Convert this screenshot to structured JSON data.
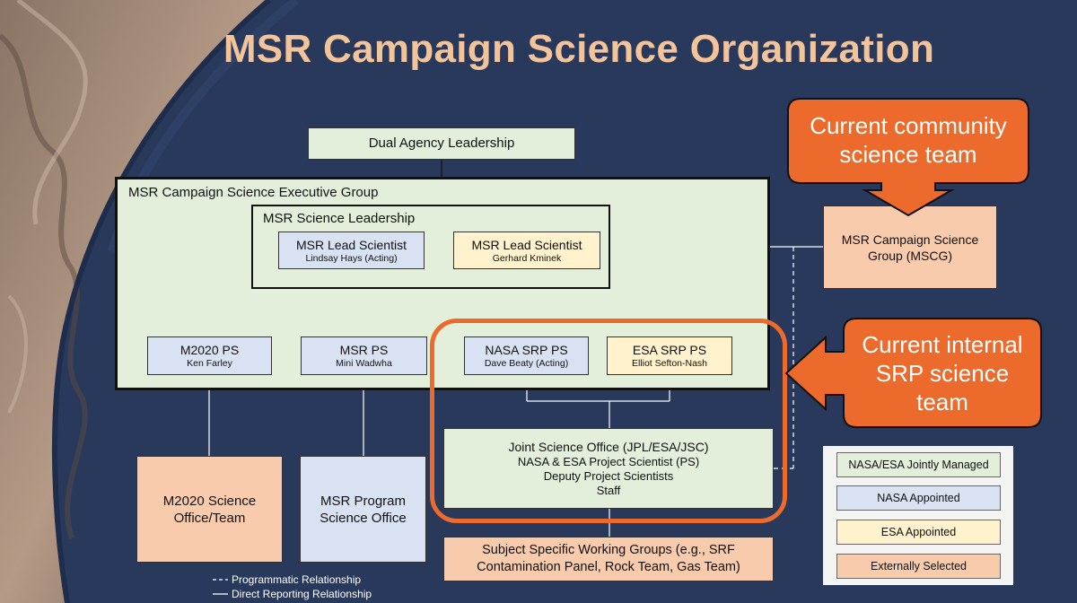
{
  "title": "MSR Campaign Science Organization",
  "boxes": {
    "dual_agency": "Dual Agency Leadership",
    "exec_group": "MSR Campaign Science Executive Group",
    "science_leadership": "MSR Science Leadership",
    "lead_nasa": {
      "title": "MSR Lead Scientist",
      "name": "Lindsay Hays (Acting)"
    },
    "lead_esa": {
      "title": "MSR Lead Scientist",
      "name": "Gerhard Kminek"
    },
    "m2020_ps": {
      "title": "M2020 PS",
      "name": "Ken Farley"
    },
    "msr_ps": {
      "title": "MSR PS",
      "name": "Mini Wadwha"
    },
    "nasa_srp_ps": {
      "title": "NASA SRP PS",
      "name": "Dave Beaty (Acting)"
    },
    "esa_srp_ps": {
      "title": "ESA SRP PS",
      "name": "Elliot Sefton-Nash"
    },
    "mscg": "MSR Campaign Science Group (MSCG)",
    "joint_office": {
      "title": "Joint Science Office (JPL/ESA/JSC)",
      "line1": "NASA & ESA Project Scientist (PS)",
      "line2": "Deputy Project Scientists",
      "line3": "Staff"
    },
    "m2020_office": "M2020 Science Office/Team",
    "msr_program_office": "MSR Program Science Office",
    "working_groups": "Subject Specific Working Groups (e.g., SRF Contamination Panel, Rock Team, Gas Team)"
  },
  "callouts": {
    "community": "Current community science team",
    "internal": "Current internal SRP science team"
  },
  "legend": {
    "items": [
      {
        "label": "NASA/ESA Jointly Managed",
        "color": "#e3efda"
      },
      {
        "label": "NASA Appointed",
        "color": "#d9e2f3"
      },
      {
        "label": "ESA Appointed",
        "color": "#fff2cc"
      },
      {
        "label": "Externally Selected",
        "color": "#f8cbad"
      }
    ],
    "programmatic": "Programmatic Relationship",
    "direct": "Direct Reporting Relationship"
  },
  "colors": {
    "background": "#29395c",
    "title": "#f3c39a",
    "callout": "#ec6a2c",
    "highlight": "#ec6a2c"
  }
}
